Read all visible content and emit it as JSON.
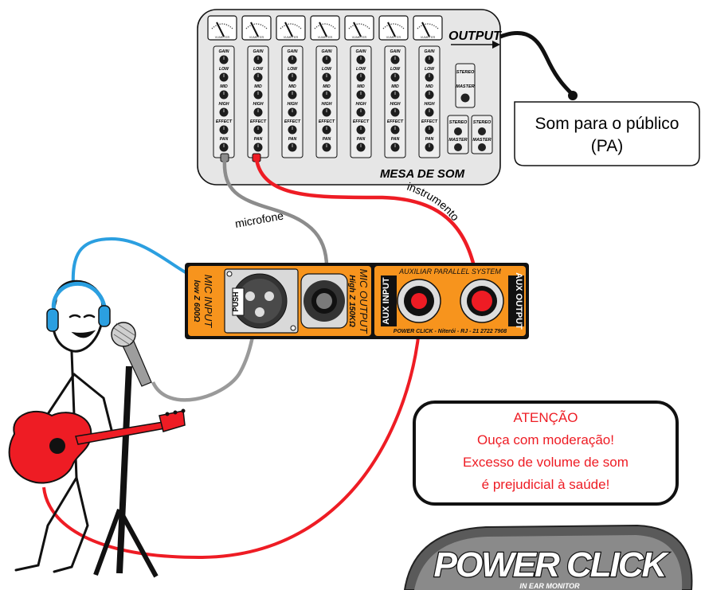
{
  "mixer": {
    "title": "MESA DE SOM",
    "output_label": "OUTPUT",
    "vu_label": "VUMETER",
    "channel_knobs": [
      "GAIN",
      "LOW",
      "MID",
      "HIGH",
      "EFFECT",
      "PAN"
    ],
    "master_label_top": "STEREO",
    "master_label_bottom": "MASTER"
  },
  "pa": {
    "line1": "Som para o público",
    "line2": "(PA)"
  },
  "cables": {
    "microphone": "microfone",
    "instrument": "instrumento"
  },
  "powerclick_box": {
    "mic_input_line1": "MIC INPUT",
    "mic_input_line2": "low Z   600Ω",
    "push_label": "PUSH",
    "mic_output_line1": "MIC OUTPUT",
    "mic_output_line2": "High Z   150KΩ",
    "aux_header": "AUXILIAR PARALLEL SYSTEM",
    "aux_input": "AUX INPUT",
    "aux_output": "AUX OUTPUT",
    "footer": "POWER CLICK - Niterói - RJ - 21 2722 7908"
  },
  "warning": {
    "title": "ATENÇÃO",
    "line1": "Ouça com moderação!",
    "line2": "Excesso de volume de som",
    "line3": "é prejudicial à saúde!"
  },
  "logo": {
    "brand": "POWER CLICK",
    "tagline": "IN EAR MONITOR"
  },
  "colors": {
    "orange": "#f7941d",
    "red": "#ee1c24",
    "blue": "#2b9fe0",
    "gray_cable": "#8c8c8c",
    "mixer_body": "#e6e6e6"
  }
}
